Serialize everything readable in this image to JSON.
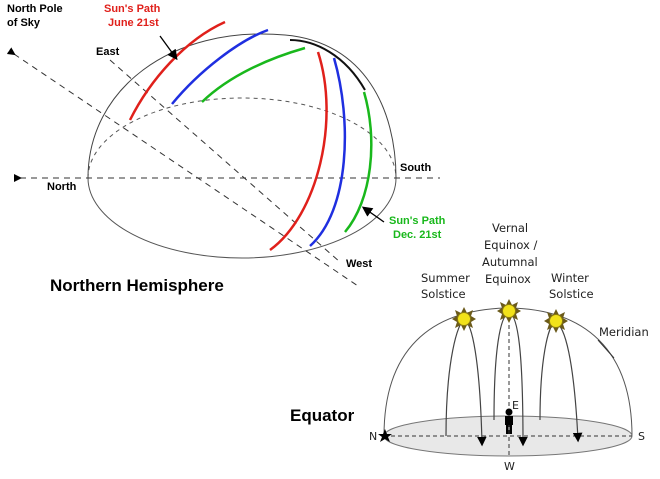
{
  "top": {
    "title": "Northern Hemisphere",
    "north_pole": [
      "North Pole",
      "of Sky"
    ],
    "june_path": [
      "Sun's Path",
      "June 21st"
    ],
    "dec_path": [
      "Sun's Path",
      "Dec. 21st"
    ],
    "east": "East",
    "west": "West",
    "north": "North",
    "south": "South"
  },
  "bottom": {
    "title": "Equator",
    "summer": [
      "Summer",
      "Solstice"
    ],
    "equinox": [
      "Vernal",
      "Equinox /",
      "Autumnal",
      "Equinox"
    ],
    "winter": [
      "Winter",
      "Solstice"
    ],
    "meridian": "Meridian",
    "n": "N",
    "s": "S",
    "e": "E",
    "w": "W"
  },
  "colors": {
    "june": "#e0201b",
    "equinox": "#1f2fe0",
    "december": "#19b81c",
    "sun": "#f2e21a"
  }
}
